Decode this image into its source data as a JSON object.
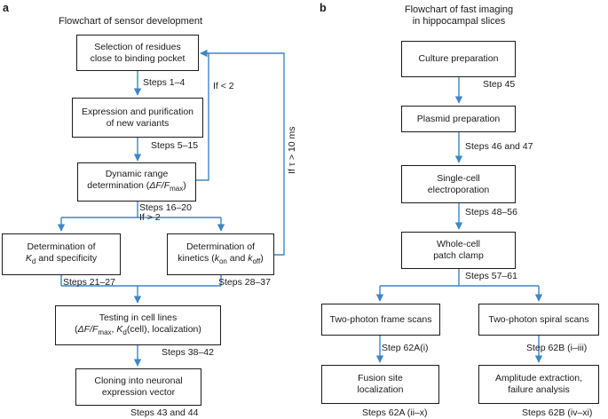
{
  "panel_a": {
    "letter": "a",
    "title": "Flowchart of sensor development",
    "boxes": {
      "selection": [
        "Selection of residues",
        "close to binding pocket"
      ],
      "expression": [
        "Expression and purification",
        "of new variants"
      ],
      "dynamic_l1": "Dynamic range",
      "dynamic_l2_pre": "determination (",
      "dynamic_l2_math": "ΔF/F",
      "dynamic_l2_sub": "max",
      "dynamic_l2_post": ")",
      "kd_l1": "Determination of",
      "kd_l2_k": "K",
      "kd_l2_sub": "d",
      "kd_l2_post": " and specificity",
      "kin_l1": "Determination of",
      "kin_l2_pre": "kinetics (",
      "kin_l2_k1": "k",
      "kin_l2_sub1": "on",
      "kin_l2_mid": " and ",
      "kin_l2_k2": "k",
      "kin_l2_sub2": "off",
      "kin_l2_post": ")",
      "test_l1": "Testing in cell lines",
      "test_l2_pre": "(",
      "test_l2_math": "ΔF/F",
      "test_l2_sub": "max",
      "test_l2_mid": ", ",
      "test_l2_k": "K",
      "test_l2_ksub": "d",
      "test_l2_post": "(cell), localization)",
      "cloning": [
        "Cloning into neuronal",
        "expression vector"
      ]
    },
    "labels": {
      "steps_1_4": "Steps 1–4",
      "if_lt_2": "If < 2",
      "steps_5_15": "Steps 5–15",
      "steps_16_20": "Steps 16–20",
      "if_gt_2": "If > 2",
      "if_tau": "If τ > 10 ms",
      "steps_21_27": "Steps 21–27",
      "steps_28_37": "Steps 28–37",
      "steps_38_42": "Steps 38–42",
      "steps_43_44": "Steps 43 and 44"
    }
  },
  "panel_b": {
    "letter": "b",
    "title": [
      "Flowchart of fast imaging",
      "in hippocampal slices"
    ],
    "boxes": {
      "culture": "Culture preparation",
      "plasmid": "Plasmid preparation",
      "single_cell": [
        "Single-cell",
        "electroporation"
      ],
      "whole_cell": [
        "Whole-cell",
        "patch clamp"
      ],
      "frame": "Two-photon frame scans",
      "spiral": "Two-photon spiral scans",
      "fusion": [
        "Fusion site",
        "localization"
      ],
      "amplitude": [
        "Amplitude extraction,",
        "failure analysis"
      ]
    },
    "labels": {
      "step_45": "Step 45",
      "steps_46_47": "Steps 46 and 47",
      "steps_48_56": "Steps 48–56",
      "steps_57_61": "Steps 57–61",
      "step_62a_i": "Step 62A(i)",
      "step_62b_i_iii": "Step 62B (i–iii)",
      "steps_62a_ii_x": "Steps 62A (ii–x)",
      "steps_62b_iv_xi": "Steps 62B (iv–xi)"
    }
  },
  "colors": {
    "arrow": "#3f86c6",
    "border": "#1a1a1a",
    "text": "#1a1a1a"
  }
}
